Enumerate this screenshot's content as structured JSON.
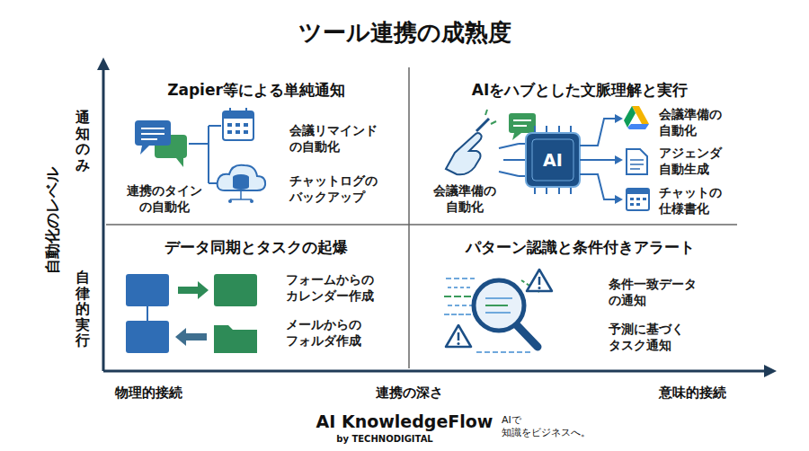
{
  "diagram": {
    "title": "ツール連携の成熟度",
    "nodes": [
      {
        "text": [
          "Zapier等による単純通知",
          "会議リマインド の自動化",
          "チャットログの バックアップ",
          "連携のタイン の自動化"
        ]
      },
      {
        "text": [
          "AIをハブとした文脈理解と実行",
          "会議準備の 自動化",
          "会議準備の 自動化",
          "アジェンダ 自動生成",
          "チャットの 仕様書化"
        ]
      },
      {
        "text": [
          "データ同期とタスクの起爆",
          "フォームからの カレンダー作成",
          "メールからの フォルダ作成"
        ]
      },
      {
        "text": [
          "パターン認識と条件付きアラート",
          "条件一致データ の通知",
          "予測に基づく タスク通知"
        ]
      }
    ],
    "labels": [
      "自動化のレベル",
      "通知のみ",
      "自律的実行",
      "物理的接続",
      "連携の深さ",
      "意味的接続",
      "AI",
      "AI KnowledgeFlow",
      "by TECHNODIGITAL",
      "AIで 知識をビジネスへ。"
    ]
  }
}
